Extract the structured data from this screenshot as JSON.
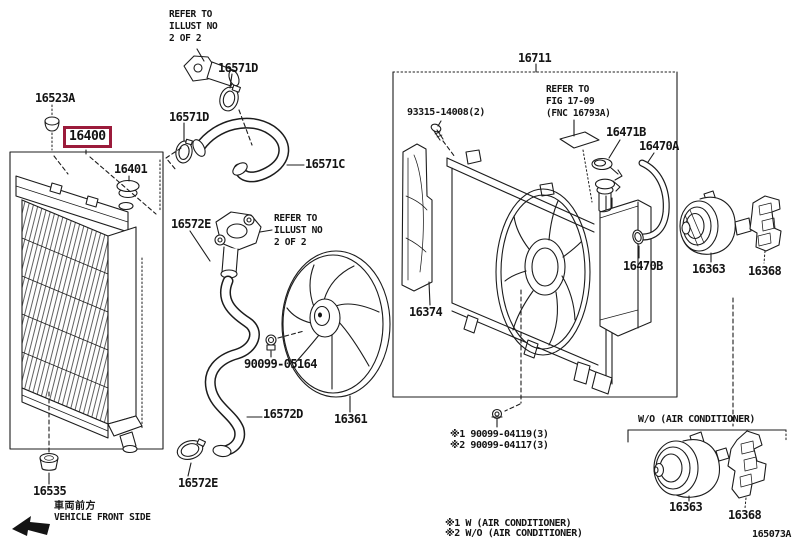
{
  "diagram": {
    "type": "parts-diagram",
    "accent_color": "#9b1b3b",
    "line_color": "#1c1c1c",
    "footer_code": "165073A",
    "front_arrow": {
      "jp": "車両前方",
      "en": "VEHICLE FRONT SIDE"
    },
    "notes": {
      "refer_illust_top": "REFER TO\nILLUST NO\n2 OF 2",
      "refer_illust_mid": "REFER TO\nILLUST NO\n2 OF 2",
      "refer_fig": "REFER TO\nFIG 17-09\n(FNC 16793A)",
      "bolt_note_1": "※1 90099-04119(3)",
      "bolt_note_2": "※2 90099-04117(3)",
      "wo_ac_header": "W/O (AIR CONDITIONER)",
      "footnote_1": "※1 W (AIR CONDITIONER)",
      "footnote_2": "※2 W/O (AIR CONDITIONER)"
    },
    "parts": {
      "p16523A": "16523A",
      "p16400": "16400",
      "p16401": "16401",
      "p16571D_a": "16571D",
      "p16571D_b": "16571D",
      "p16571C": "16571C",
      "p16572E_a": "16572E",
      "p16572E_b": "16572E",
      "p16572D": "16572D",
      "p90099_05164": "90099-05164",
      "p16361": "16361",
      "p16535": "16535",
      "p16711": "16711",
      "p93315_14008": "93315-14008(2)",
      "p16471B": "16471B",
      "p16470A": "16470A",
      "p16470B": "16470B",
      "p16374": "16374",
      "p16363_right": "16363",
      "p16368_right": "16368",
      "p16363_wo": "16363",
      "p16368_wo": "16368"
    }
  }
}
